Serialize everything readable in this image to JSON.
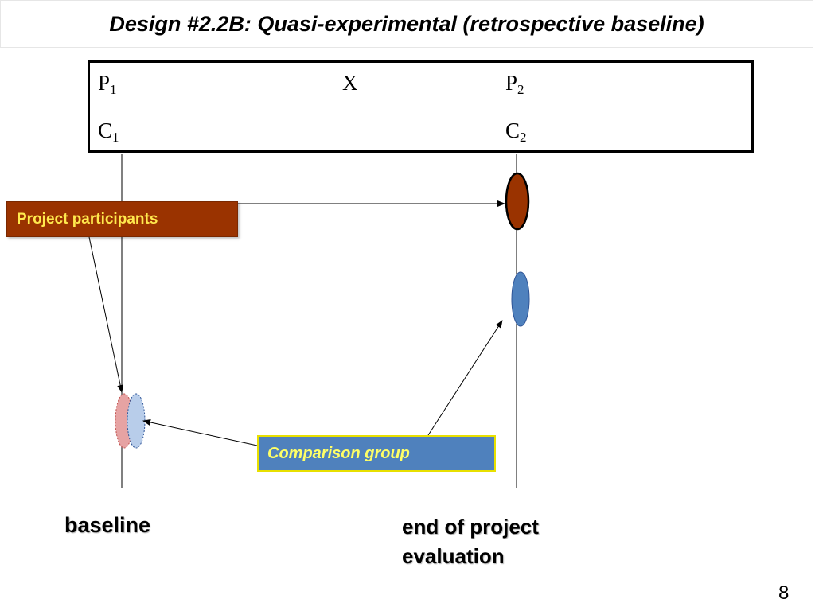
{
  "title": "Design #2.2B: Quasi-experimental (retrospective baseline)",
  "design_table": {
    "rows": [
      {
        "pre": {
          "letter": "P",
          "sub": "1"
        },
        "treatment": "X",
        "post": {
          "letter": "P",
          "sub": "2"
        }
      },
      {
        "pre": {
          "letter": "C",
          "sub": "1"
        },
        "treatment": "",
        "post": {
          "letter": "C",
          "sub": "2"
        }
      }
    ]
  },
  "callouts": {
    "project_participants": "Project participants",
    "comparison_group": "Comparison group"
  },
  "timeline_labels": {
    "baseline": "baseline",
    "end_line1": "end of project",
    "end_line2": "evaluation"
  },
  "colors": {
    "participants_fill": "#9a3300",
    "participants_text": "#ffe94d",
    "comparison_fill": "#4f81bd",
    "comparison_text": "#ffff66",
    "baseline_participants_ellipse": "#e6a3a3",
    "baseline_comparison_ellipse": "#b8cdea"
  },
  "page_number": "8"
}
